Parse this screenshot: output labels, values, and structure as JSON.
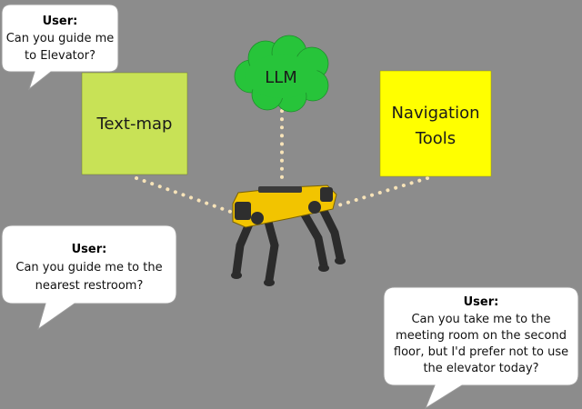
{
  "nodes": {
    "llm": {
      "label": "LLM",
      "color": "#27c43a"
    },
    "text_map": {
      "label": "Text-map",
      "color": "#c8e256"
    },
    "navigation_tools": {
      "label_lines": [
        "Navigation",
        "Tools"
      ],
      "color": "#ffff00"
    }
  },
  "bubbles": [
    {
      "speaker": "User:",
      "lines": [
        "Can you guide me",
        "to Elevator?"
      ]
    },
    {
      "speaker": "User:",
      "lines": [
        "Can you guide me to the",
        "nearest restroom?"
      ]
    },
    {
      "speaker": "User:",
      "lines": [
        "Can you take me to the",
        "meeting room on the second",
        "floor, but I'd prefer not to use",
        "the elevator today?"
      ]
    }
  ],
  "robot": {
    "body_color": "#f2c400",
    "leg_color": "#2b2b2b"
  },
  "colors": {
    "background": "#8c8c8c",
    "connector": "#f7e3b8",
    "bubble_fill": "#ffffff"
  }
}
